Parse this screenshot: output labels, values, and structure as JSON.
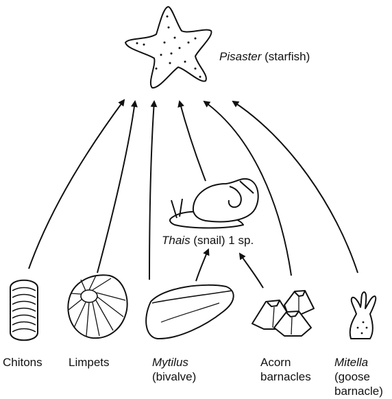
{
  "predator": {
    "genus": "Pisaster",
    "common": " (starfish)"
  },
  "snail": {
    "genus": "Thais",
    "rest": " (snail) 1 sp."
  },
  "prey": {
    "chitons": "Chitons",
    "limpets": "Limpets",
    "mytilus": {
      "genus": "Mytilus",
      "line2": "(bivalve)"
    },
    "acorn": {
      "line1": "Acorn",
      "line2": "barnacles"
    },
    "mitella": {
      "genus": "Mitella",
      "line2": "(goose",
      "line3": "barnacle)"
    }
  },
  "colors": {
    "ink": "#111111",
    "paper": "#ffffff"
  }
}
